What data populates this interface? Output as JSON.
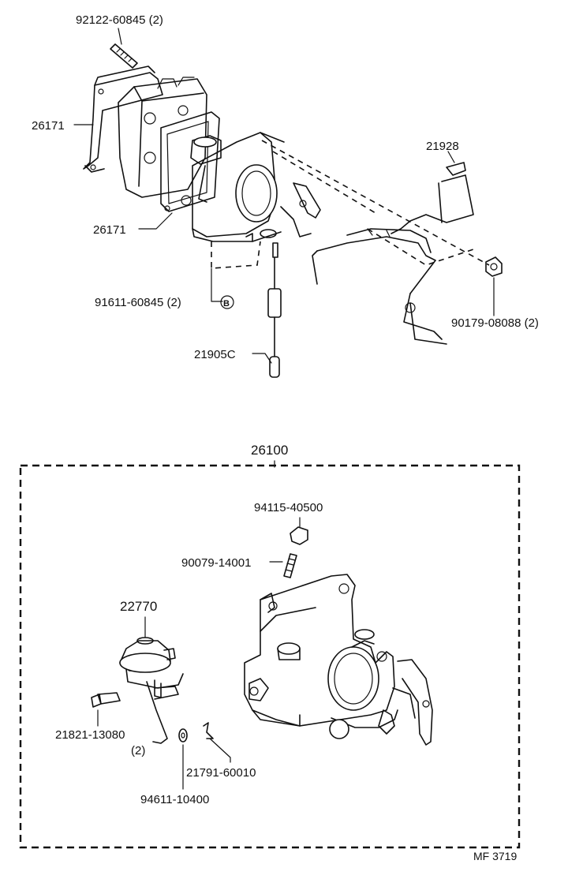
{
  "labels": {
    "part_92122": "92122-60845 (2)",
    "part_26171_gasket_a": "26171",
    "part_26171_gasket_b": "26171",
    "part_91611": "91611-60845 (2)",
    "part_91611_ref": "B",
    "part_21905c": "21905C",
    "part_21928": "21928",
    "part_90179": "90179-08088 (2)",
    "part_26100": "26100",
    "part_94115": "94115-40500",
    "part_90079": "90079-14001",
    "part_22770": "22770",
    "part_21821": "21821-13080",
    "part_21821_qty": "(2)",
    "part_21791": "21791-60010",
    "part_94611": "94611-10400",
    "figure_code": "MF 3719"
  }
}
